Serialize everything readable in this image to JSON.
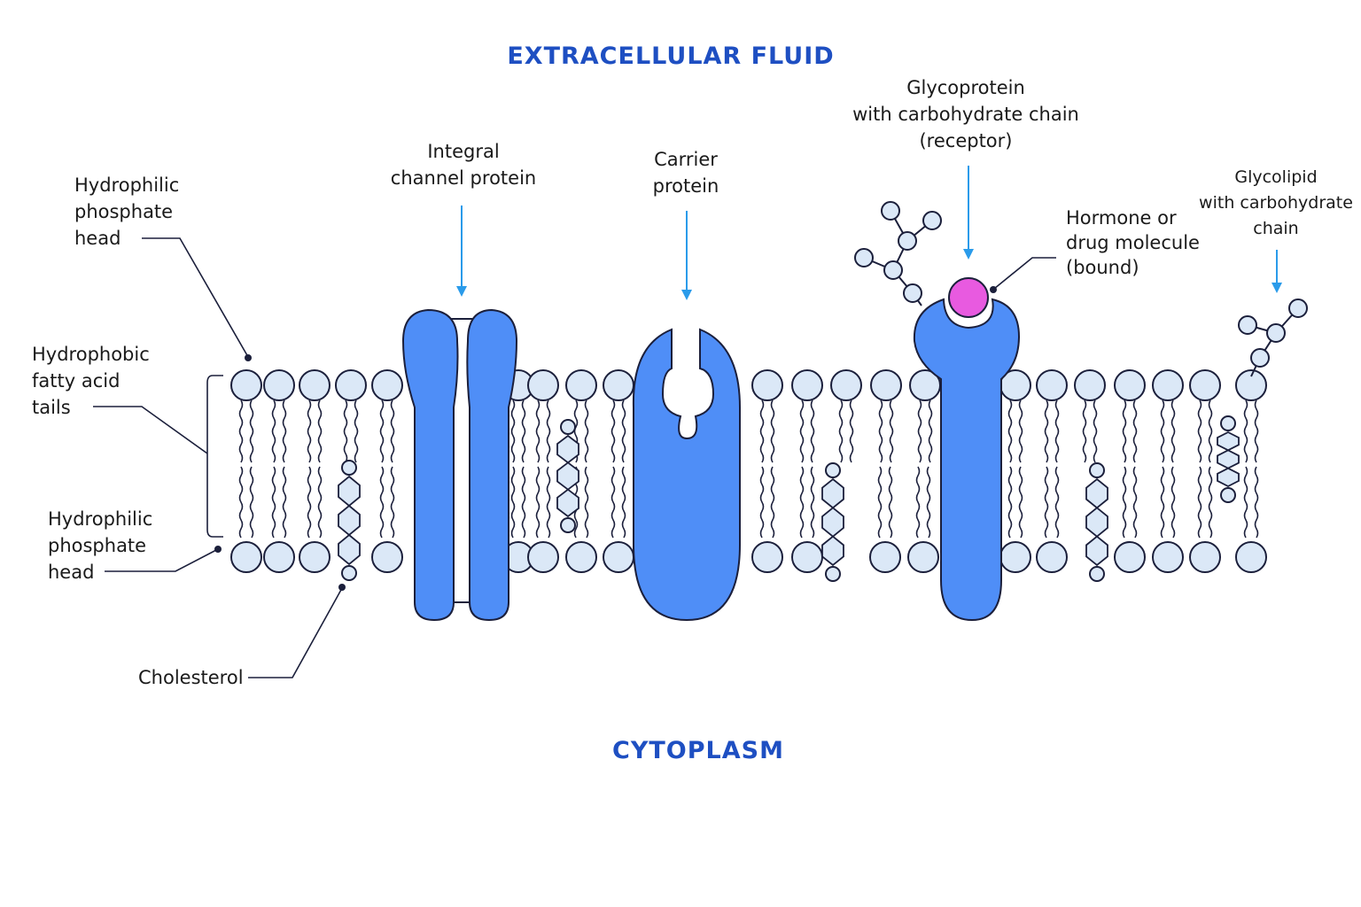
{
  "regions": {
    "top": "EXTRACELLULAR FLUID",
    "bottom": "CYTOPLASM"
  },
  "labels": {
    "hydrophilic_head_top": [
      "Hydrophilic",
      "phosphate",
      "head"
    ],
    "hydrophobic_tails": [
      "Hydrophobic",
      "fatty acid",
      "tails"
    ],
    "hydrophilic_head_bottom": [
      "Hydrophilic",
      "phosphate",
      "head"
    ],
    "cholesterol": "Cholesterol",
    "channel_protein": [
      "Integral",
      "channel protein"
    ],
    "carrier_protein": [
      "Carrier",
      "protein"
    ],
    "glycoprotein": [
      "Glycoprotein",
      "with carbohydrate chain",
      "(receptor)"
    ],
    "hormone": [
      "Hormone or",
      "drug molecule",
      "(bound)"
    ],
    "glycolipid": [
      "Glycolipid",
      "with carbohydrate",
      "chain"
    ]
  },
  "colors": {
    "region_text": "#1e4fc2",
    "protein_fill": "#4f8ef7",
    "protein_stroke": "#1b1f3b",
    "head_fill": "#dbe8f7",
    "head_stroke": "#1b1f3b",
    "arrow": "#2a9bea",
    "hormone_fill": "#e85ae0",
    "line": "#1b1f3b"
  },
  "icons": {
    "phospholipid": "phospholipid-icon",
    "cholesterol": "cholesterol-icon",
    "carbohydrate_chain": "carbohydrate-chain-icon"
  }
}
